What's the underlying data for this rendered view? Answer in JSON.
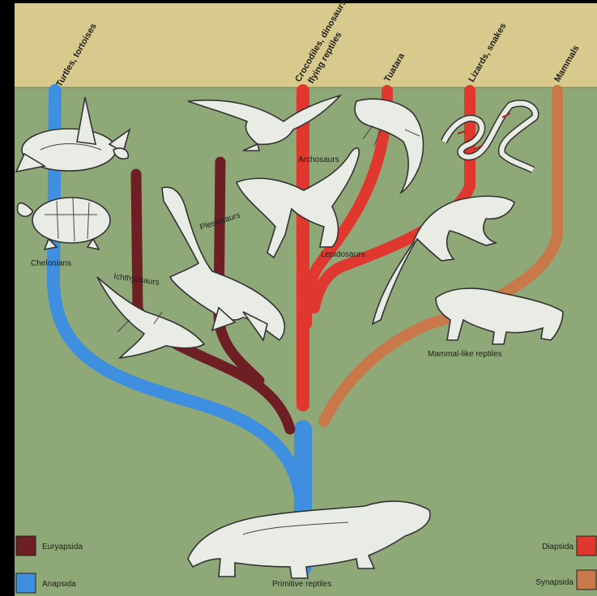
{
  "header_groups": [
    {
      "id": "turtles",
      "label": "Turtles, tortoises"
    },
    {
      "id": "crocs",
      "label": "Crocodiles, dinosaurs,"
    },
    {
      "id": "crocs2",
      "label": "flying reptiles"
    },
    {
      "id": "tuatara",
      "label": "Tuatara"
    },
    {
      "id": "lizards",
      "label": "Lizards, snakes"
    },
    {
      "id": "mammals",
      "label": "Mammals"
    }
  ],
  "node_labels": {
    "chelonians": "Chelonians",
    "ichthyosaurs": "Ichthyosaurs",
    "plesiosaurs": "Plesiosaurs",
    "archosaurs": "Archosaurs",
    "lepidosaurs": "Lepidosaurs",
    "mammal_like": "Mammal-like reptiles",
    "primitive": "Primitive reptiles"
  },
  "legend": {
    "left": [
      {
        "label": "Euryapsida",
        "color": "#6e1f24"
      },
      {
        "label": "Anapsida",
        "color": "#3e8fe0"
      }
    ],
    "right": [
      {
        "label": "Diapsida",
        "color": "#e0372e"
      },
      {
        "label": "Synapsida",
        "color": "#c9784a"
      }
    ]
  },
  "colors": {
    "background": "#8fa878",
    "header_band": "#d8c98c",
    "anapsida": "#3e8fe0",
    "euryapsida": "#6e1f24",
    "diapsida": "#e0372e",
    "synapsida": "#c9784a"
  },
  "icons": [
    "turtle-icon",
    "tortoise-icon",
    "pterosaur-icon",
    "dinosaur-icon",
    "tuatara-icon",
    "snake-icon",
    "lizard-icon",
    "plesiosaur-icon",
    "ichthyosaur-icon",
    "mammal-like-reptile-icon",
    "primitive-reptile-icon"
  ]
}
